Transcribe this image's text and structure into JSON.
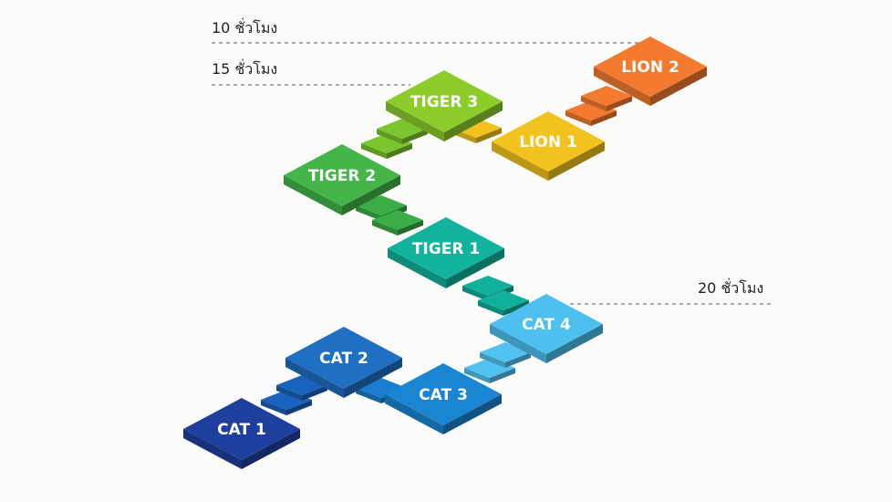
{
  "hour_markers": [
    {
      "text": "10 ชั่วโมง"
    },
    {
      "text": "15 ชั่วโมง"
    },
    {
      "text": "20 ชั่วโมง"
    }
  ],
  "levels": [
    {
      "id": "cat1",
      "label": "CAT 1",
      "color": "#1f3f9e"
    },
    {
      "id": "cat2",
      "label": "CAT 2",
      "color": "#1f6fc2"
    },
    {
      "id": "cat3",
      "label": "CAT 3",
      "color": "#1a85d2"
    },
    {
      "id": "cat4",
      "label": "CAT 4",
      "color": "#4dc0ef"
    },
    {
      "id": "tiger1",
      "label": "TIGER 1",
      "color": "#12b39d"
    },
    {
      "id": "tiger2",
      "label": "TIGER 2",
      "color": "#43b549"
    },
    {
      "id": "tiger3",
      "label": "TIGER 3",
      "color": "#8ccd2c"
    },
    {
      "id": "lion1",
      "label": "LION 1",
      "color": "#f2c31e"
    },
    {
      "id": "lion2",
      "label": "LION 2",
      "color": "#f37a2e"
    }
  ],
  "step_colors": {
    "cat1_cat2": "#1a62bd",
    "cat2_cat3": "#1a7ccc",
    "cat3_cat4": "#52c3f0",
    "cat4_tiger1": "#10b09a",
    "tiger1_tiger2": "#3aad46",
    "tiger2_tiger3": "#7bc52f",
    "tiger3_lion1": "#f2c31e",
    "lion1_lion2": "#f37a2e"
  }
}
